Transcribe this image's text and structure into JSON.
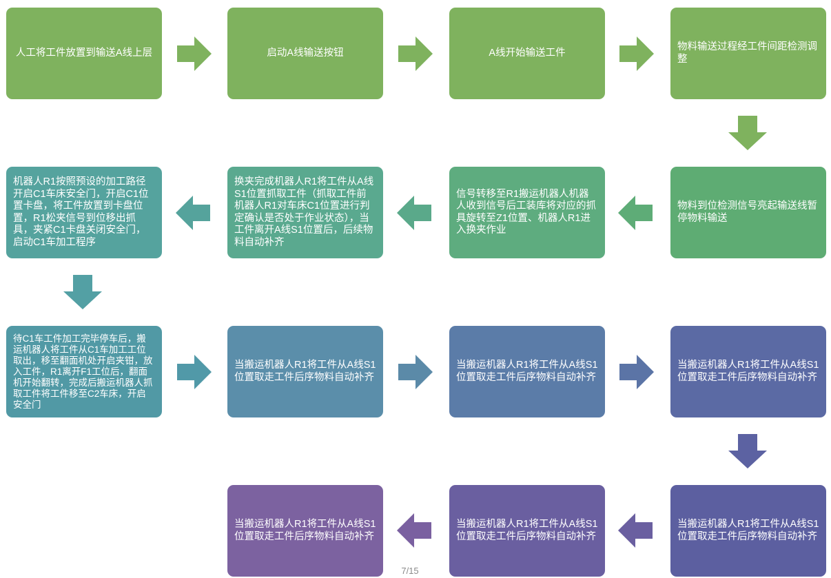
{
  "steps": [
    {
      "text": "人工将工件放置到输送A线上层",
      "color": "#7fb25e"
    },
    {
      "text": "启动A线输送按钮",
      "color": "#7fb25e"
    },
    {
      "text": "A线开始输送工件",
      "color": "#7fb25e"
    },
    {
      "text": "物料输送过程经工件间距检测调整",
      "color": "#7fb25e"
    },
    {
      "text": "物料到位检测信号亮起输送线暂停物料输送",
      "color": "#5eac73"
    },
    {
      "text": "信号转移至R1搬运机器人机器人收到信号后工装库将对应的抓具旋转至Z1位置、机器人R1进入换夹作业",
      "color": "#5eac7f"
    },
    {
      "text": "换夹完成机器人R1将工件从A线S1位置抓取工件（抓取工件前机器人R1对车床C1位置进行判定确认是否处于作业状态），当工件离开A线S1位置后，后续物料自动补齐",
      "color": "#5aa98f"
    },
    {
      "text": "机器人R1按照预设的加工路径开启C1车床安全门，开启C1位置卡盘，将工件放置到卡盘位置，R1松夹信号到位移出抓具，夹紧C1卡盘关闭安全门，启动C1车加工程序",
      "color": "#55a39e"
    },
    {
      "text": "待C1车工件加工完毕停车后，搬运机器人将工件从C1车加工工位取出，移至翻面机处开启夹钳，放入工件，R1离开F1工位后，翻面机开始翻转，完成后搬运机器人抓取工件将工件移至C2车床，开启安全门",
      "color": "#5199a5"
    },
    {
      "text": "当搬运机器人R1将工件从A线S1位置取走工件后序物料自动补齐",
      "color": "#5b8eaa"
    },
    {
      "text": "当搬运机器人R1将工件从A线S1位置取走工件后序物料自动补齐",
      "color": "#5b7ca8"
    },
    {
      "text": "当搬运机器人R1将工件从A线S1位置取走工件后序物料自动补齐",
      "color": "#5b6aa4"
    },
    {
      "text": "当搬运机器人R1将工件从A线S1位置取走工件后序物料自动补齐",
      "color": "#5c5fa0"
    },
    {
      "text": "当搬运机器人R1将工件从A线S1位置取走工件后序物料自动补齐",
      "color": "#6a5fa0"
    },
    {
      "text": "当搬运机器人R1将工件从A线S1位置取走工件后序物料自动补齐",
      "color": "#7c62a0"
    }
  ],
  "arrow_colors": {
    "a1": "#7fb25e",
    "a2": "#7fb25e",
    "a3": "#7fb25e",
    "a4": "#7fb25e",
    "a5": "#5eac77",
    "a6": "#5aa98a",
    "a7": "#55a39c",
    "a8": "#53a0a4",
    "a9": "#5199a8",
    "a10": "#5b8aa8",
    "a11": "#5b74a6",
    "a12": "#5c62a2",
    "a13": "#6a5fa0",
    "a14": "#7a60a0"
  },
  "footer": {
    "page": "7/15"
  }
}
